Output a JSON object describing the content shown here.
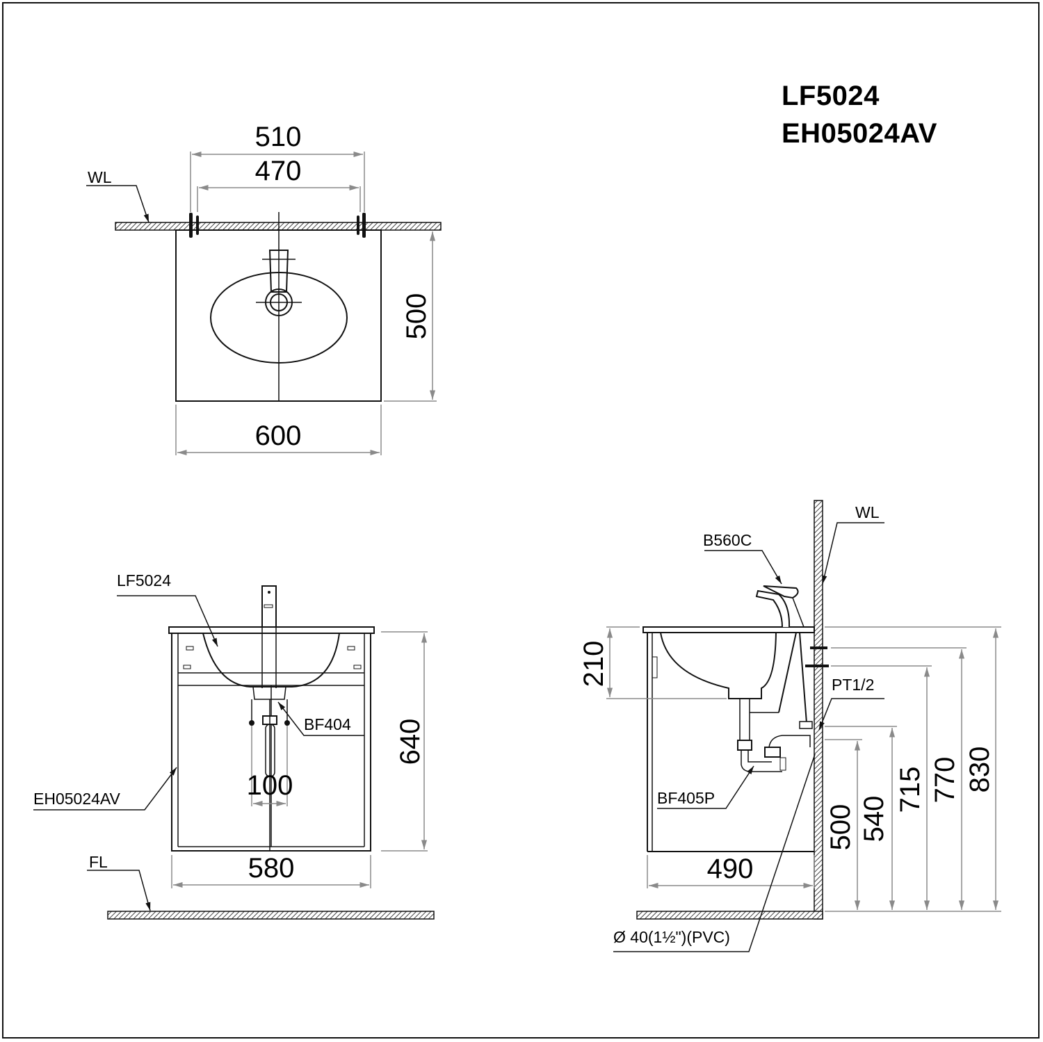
{
  "title": {
    "model_basin": "LF5024",
    "model_cabinet": "EH05024AV"
  },
  "top_view": {
    "dims": {
      "outer_width": "510",
      "inner_width": "470",
      "depth": "500",
      "width": "600"
    },
    "labels": {
      "wall": "WL"
    }
  },
  "front_view": {
    "dims": {
      "height": "640",
      "drain_spacing": "100",
      "width": "580"
    },
    "labels": {
      "basin": "LF5024",
      "drain": "BF404",
      "cabinet": "EH05024AV",
      "floor": "FL"
    }
  },
  "side_view": {
    "dims": {
      "basin_depth": "210",
      "cabinet_depth": "490",
      "h500": "500",
      "h540": "540",
      "h715": "715",
      "h770": "770",
      "h830": "830"
    },
    "labels": {
      "faucet": "B560C",
      "wall": "WL",
      "supply": "PT1/2",
      "trap": "BF405P",
      "pipe": "Ø  40(1½\")(PVC)"
    }
  },
  "colors": {
    "line": "#111111",
    "dim_line": "#8a8a8a",
    "hatch": "#555555"
  }
}
